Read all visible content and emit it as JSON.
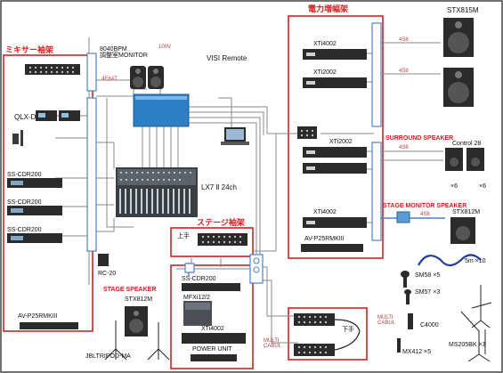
{
  "labels": {
    "mixer_rack": "ミキサー袖架",
    "power_amp_rack": "電力増幅架",
    "stage_rack": "ステージ袖架",
    "surround_speaker": "SURROUND SPEAKER",
    "stage_monitor_speaker": "STAGE MONITOR SPEAKER",
    "stage_speaker": "STAGE SPEAKER",
    "monitor_room": "8040BPM\n調整室MONITOR",
    "visi_remote": "VISI Remote",
    "qlx_d": "QLX-D",
    "ss_cdr200_1": "SS-CDR200",
    "ss_cdr200_2": "SS-CDR200",
    "ss_cdr200_3": "SS-CDR200",
    "ss_cdr200_stage": "SS-CDR200",
    "rc20": "RC-20",
    "av_p25_left": "AV-P25RMKIII",
    "av_p25_right": "AV-P25RMKIII",
    "lx7": "LX7 Ⅱ 24ch",
    "xti4002_a": "XTi4002",
    "xti2002_a": "XTi2002",
    "xti2002_b": "XTi2002",
    "xti4002_b": "XTi4002",
    "xti4002_stage": "XTi4002",
    "stx815m": "STX815M",
    "control28": "Control 28",
    "stx812m_mon": "STX812M",
    "stx812m_stage": "STX812M",
    "mfxi": "MFXi12/2",
    "power_unit": "POWER UNIT",
    "kamite": "上手",
    "shimote": "下手",
    "jbl_tripod": "JBLTRIPOD-MA",
    "multi_cable_1": "MULTI\nCABUL",
    "multi_cable_2": "MULTI\nCABUL",
    "sm58": "SM58 ×5",
    "sm57": "SM57 ×3",
    "c4000": "C4000",
    "mx412": "MX412 ×5",
    "ms205bk": "MS205BK ×3",
    "cable_5m": "5m ×10",
    "x6_a": "×6",
    "x6_b": "×6",
    "ac100v": "100V",
    "wire_4e6at": "4E6AT",
    "wire_4s8_1": "4S8",
    "wire_4s8_2": "4S8",
    "wire_4s8_3": "4S8",
    "wire_4s8_4": "4S8"
  },
  "colors": {
    "rack_red": "#d42020",
    "bus_blue": "#4a82c8",
    "processor_blue": "#2e7fc6",
    "device_dark": "#2a2a2a"
  }
}
